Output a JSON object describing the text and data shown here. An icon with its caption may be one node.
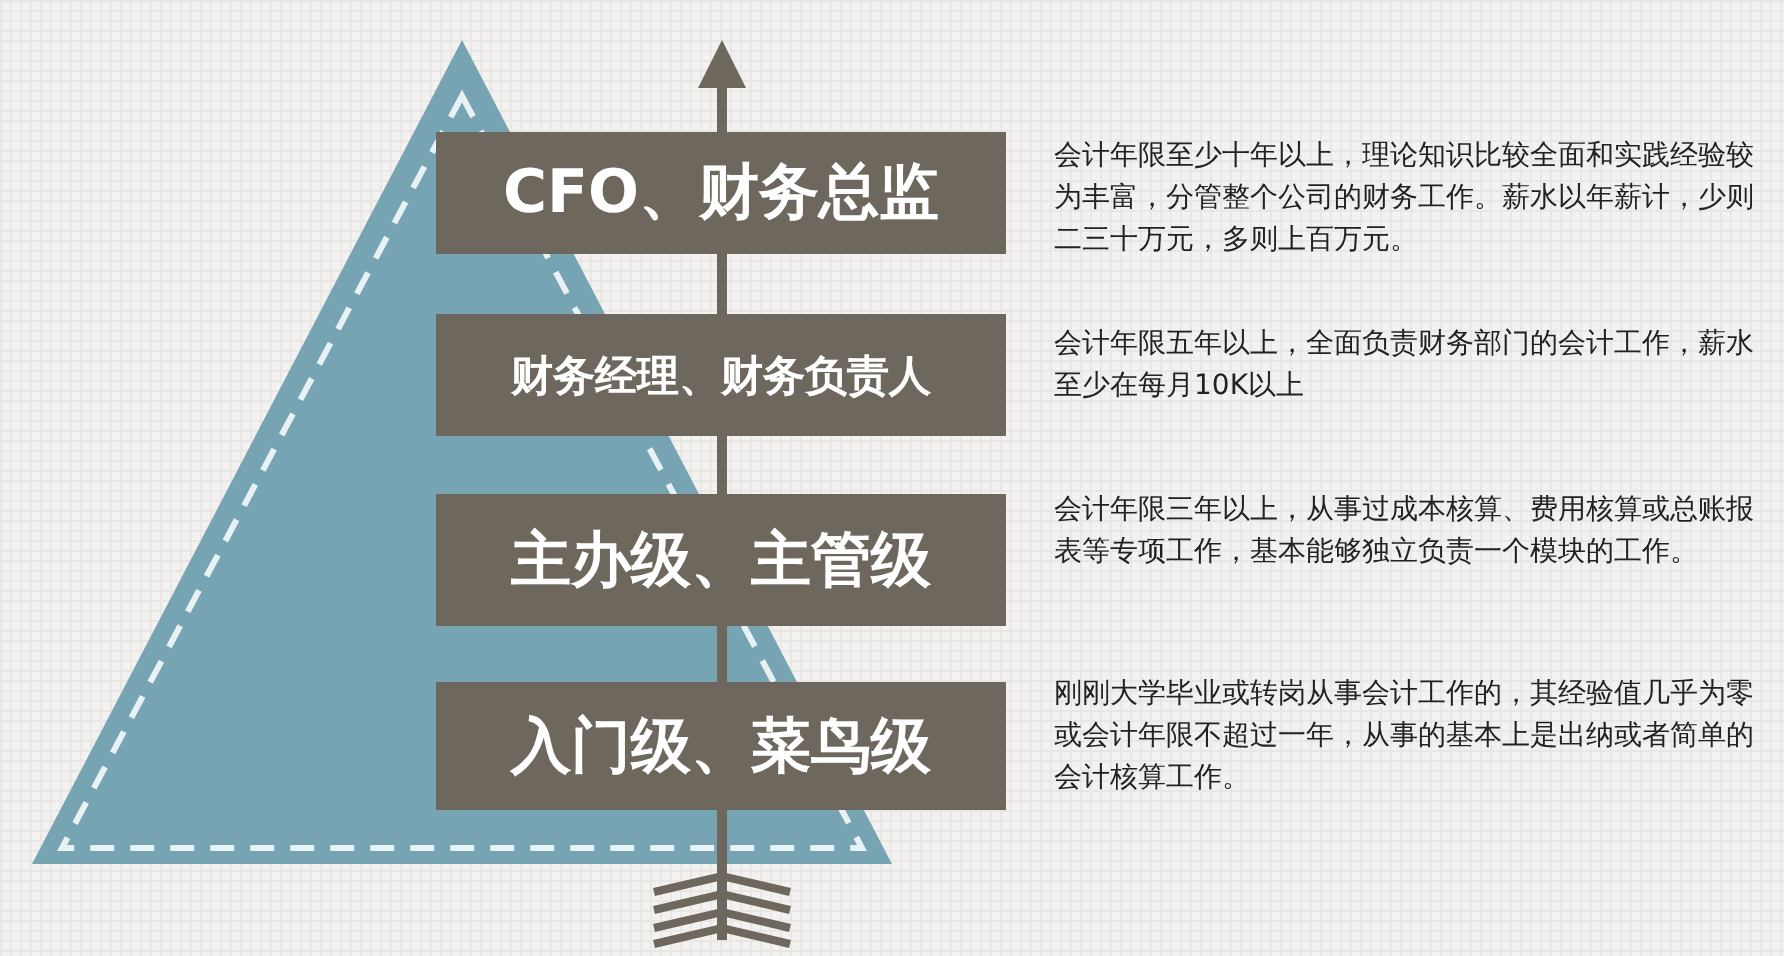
{
  "diagram": {
    "nodes": [
      {
        "text": [
          "CFO、财务总监"
        ],
        "beside": [
          "会计年限至少十年以上，理论知识比较全面和实践经验较为丰富，分管整个公司的财务工作。薪水以年薪计，少则二三十万元，多则上百万元。"
        ]
      },
      {
        "text": [
          "财务经理、财务负责人"
        ],
        "beside": [
          "会计年限五年以上，全面负责财务部门的会计工作，薪水至少在每月10K以上"
        ]
      },
      {
        "text": [
          "主办级、主管级"
        ],
        "beside": [
          "会计年限三年以上，从事过成本核算、费用核算或总账报表等专项工作，基本能够独立负责一个模块的工作。"
        ]
      },
      {
        "text": [
          "入门级、菜鸟级"
        ],
        "beside": [
          "刚刚大学毕业或转岗从事会计工作的，其经验值几乎为零或会计年限不超过一年，从事的基本上是出纳或者简单的会计核算工作。"
        ]
      }
    ]
  }
}
